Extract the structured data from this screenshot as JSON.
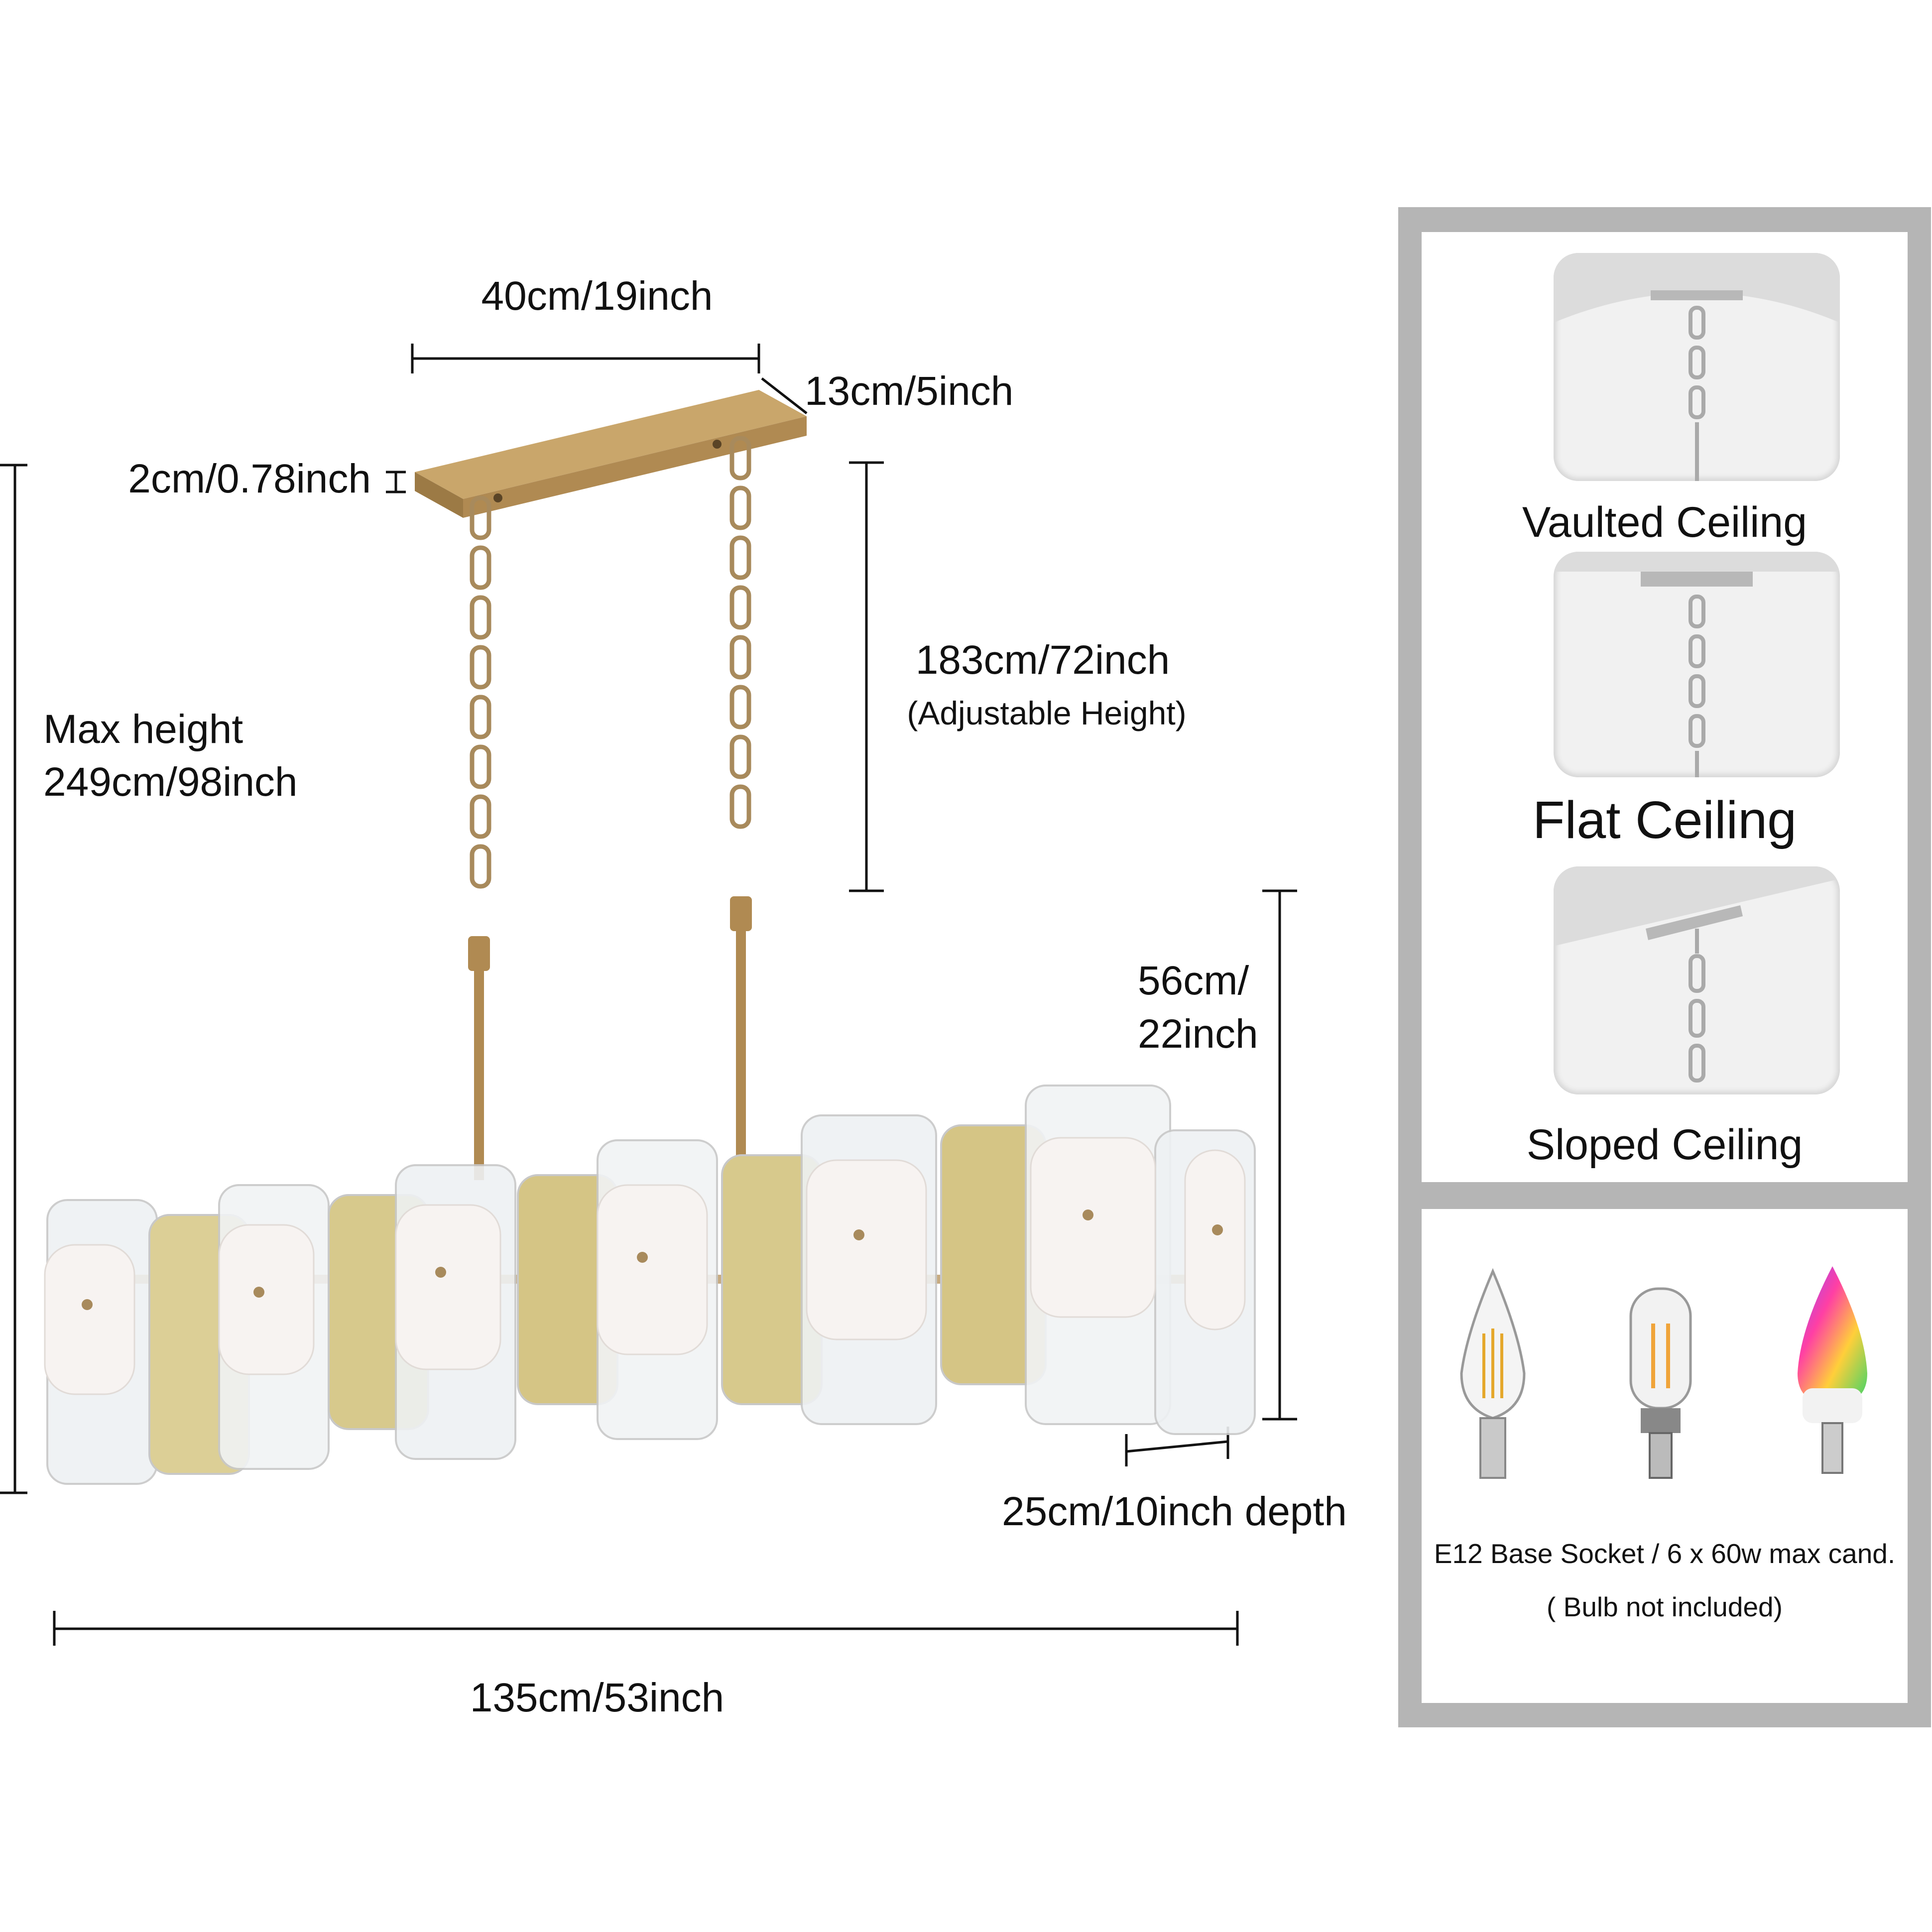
{
  "dimensions": {
    "canopy_length": "40cm/19inch",
    "canopy_width": "13cm/5inch",
    "canopy_height": "2cm/0.78inch",
    "max_height_label": "Max height",
    "max_height_value": "249cm/98inch",
    "chain_length": "183cm/72inch",
    "chain_note": "(Adjustable Height)",
    "body_height_line1": "56cm/",
    "body_height_line2": "22inch",
    "depth": "25cm/10inch depth",
    "total_length": "135cm/53inch"
  },
  "ceiling_types": [
    {
      "label": "Vaulted Ceiling",
      "icon": "vaulted-ceiling-icon"
    },
    {
      "label": "Flat Ceiling",
      "icon": "flat-ceiling-icon"
    },
    {
      "label": "Sloped Ceiling",
      "icon": "sloped-ceiling-icon"
    }
  ],
  "bulbs": {
    "icons": [
      "candle-filament-bulb-icon",
      "tubular-filament-bulb-icon",
      "rgb-smart-bulb-icon"
    ],
    "spec": "E12 Base Socket / 6 x 60w max cand.",
    "note": "( Bulb not included)"
  },
  "colors": {
    "brass": "#b8935a",
    "panel_border": "#b5b5b5",
    "gold_glass": "#d9c98a"
  }
}
